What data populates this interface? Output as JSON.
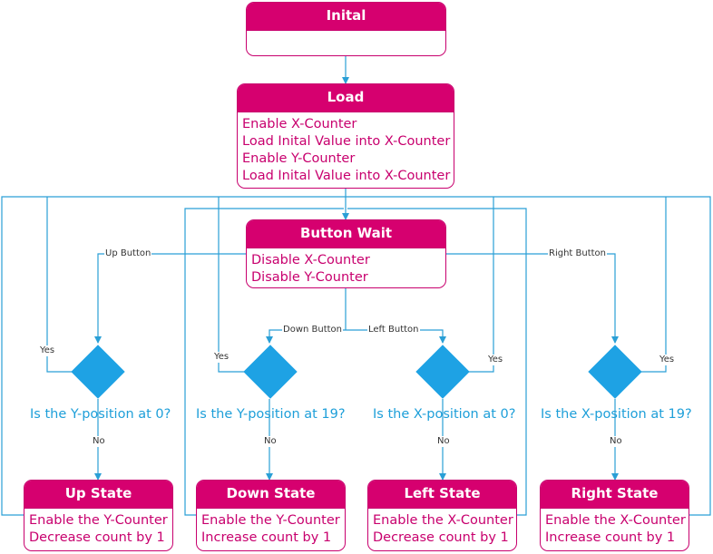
{
  "colors": {
    "state": "#d6006f",
    "decision": "#1ea2e4",
    "wire": "#2a9fd6"
  },
  "states": {
    "initial": {
      "title": "Inital",
      "lines": []
    },
    "load": {
      "title": "Load",
      "lines": [
        "Enable X-Counter",
        "Load Inital Value into X-Counter",
        "Enable Y-Counter",
        "Load Inital Value into X-Counter"
      ]
    },
    "wait": {
      "title": "Button Wait",
      "lines": [
        "Disable X-Counter",
        "Disable Y-Counter"
      ]
    },
    "up": {
      "title": "Up State",
      "lines": [
        "Enable the Y-Counter",
        "Decrease count by 1"
      ]
    },
    "down": {
      "title": "Down State",
      "lines": [
        "Enable the Y-Counter",
        "Increase count by 1"
      ]
    },
    "left": {
      "title": "Left State",
      "lines": [
        "Enable the X-Counter",
        "Decrease count by 1"
      ]
    },
    "right": {
      "title": "Right State",
      "lines": [
        "Enable the X-Counter",
        "Increase count by 1"
      ]
    }
  },
  "decisions": {
    "up": "Is the Y-position at 0?",
    "down": "Is the Y-position at 19?",
    "left": "Is the X-position at 0?",
    "right": "Is the X-position at 19?"
  },
  "edge_labels": {
    "up_button": "Up Button",
    "down_button": "Down Button",
    "left_button": "Left Button",
    "right_button": "Right Button",
    "yes": "Yes",
    "no": "No"
  }
}
